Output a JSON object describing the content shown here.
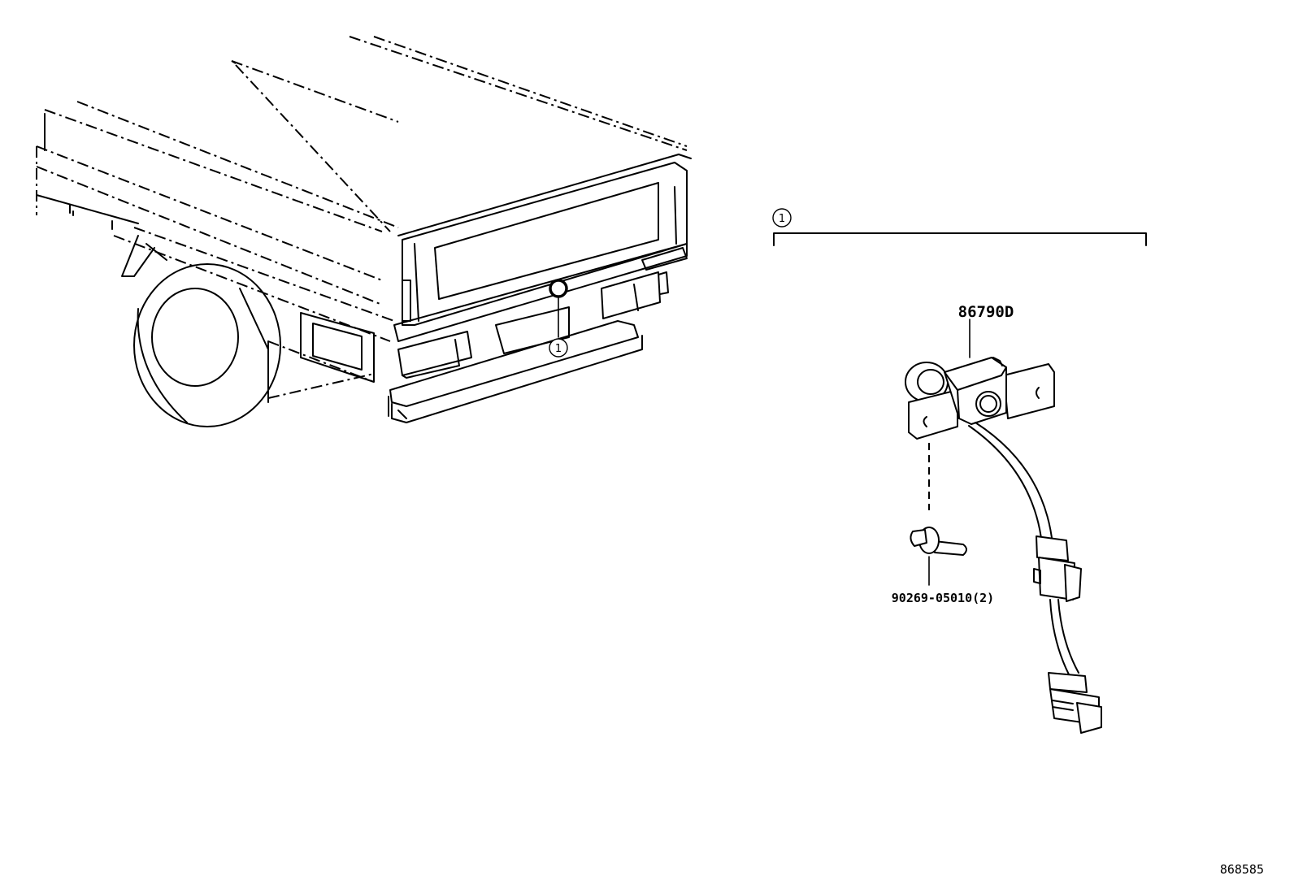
{
  "callout_ref": "1",
  "parts": {
    "camera_assembly": "86790D",
    "clip": "90269-05010(2)"
  },
  "figure_code": "868585"
}
